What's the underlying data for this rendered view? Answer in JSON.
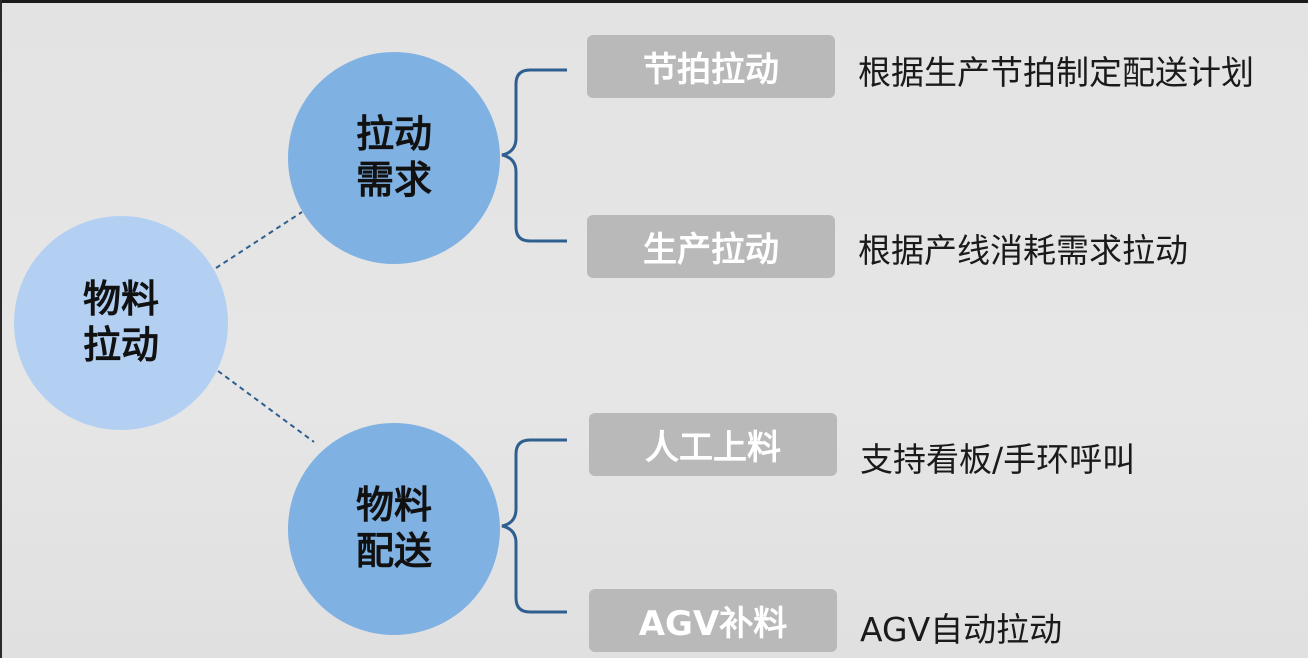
{
  "root": {
    "label": "物料\n拉动"
  },
  "branches": [
    {
      "label": "拉动\n需求",
      "children": [
        {
          "label": "节拍拉动",
          "description": "根据生产节拍制定配送计划"
        },
        {
          "label": "生产拉动",
          "description": "根据产线消耗需求拉动"
        }
      ]
    },
    {
      "label": "物料\n配送",
      "children": [
        {
          "label": "人工上料",
          "description": "支持看板/手环呼叫"
        },
        {
          "label": "AGV补料",
          "description": "AGV自动拉动"
        }
      ]
    }
  ],
  "colors": {
    "background": "#e3e3e3",
    "root_circle": "#b3d0f3",
    "branch_circle": "#7fb1e3",
    "box": "#b9b9b9",
    "connector": "#2e5f8f"
  }
}
